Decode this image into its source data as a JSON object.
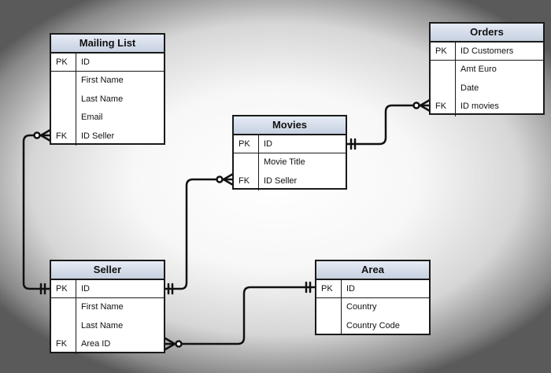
{
  "entities": {
    "mailing_list": {
      "title": "Mailing List",
      "rows": [
        {
          "key": "PK",
          "name": "ID"
        },
        {
          "key": "",
          "name": "First Name"
        },
        {
          "key": "",
          "name": "Last Name"
        },
        {
          "key": "",
          "name": "Email"
        },
        {
          "key": "FK",
          "name": "ID Seller"
        }
      ]
    },
    "orders": {
      "title": "Orders",
      "rows": [
        {
          "key": "PK",
          "name": "ID Customers"
        },
        {
          "key": "",
          "name": "Amt Euro"
        },
        {
          "key": "",
          "name": "Date"
        },
        {
          "key": "FK",
          "name": "ID movies"
        }
      ]
    },
    "movies": {
      "title": "Movies",
      "rows": [
        {
          "key": "PK",
          "name": "ID"
        },
        {
          "key": "",
          "name": "Movie  Title"
        },
        {
          "key": "FK",
          "name": "ID Seller"
        }
      ]
    },
    "seller": {
      "title": "Seller",
      "rows": [
        {
          "key": "PK",
          "name": "ID"
        },
        {
          "key": "",
          "name": "First Name"
        },
        {
          "key": "",
          "name": "Last Name"
        },
        {
          "key": "FK",
          "name": "Area ID"
        }
      ]
    },
    "area": {
      "title": "Area",
      "rows": [
        {
          "key": "PK",
          "name": "ID"
        },
        {
          "key": "",
          "name": "Country"
        },
        {
          "key": "",
          "name": "Country Code"
        }
      ]
    }
  },
  "relationships": [
    {
      "from": "Seller.ID",
      "to": "Mailing List.ID Seller",
      "from_end": "one-and-only-one",
      "to_end": "zero-or-many"
    },
    {
      "from": "Seller.ID",
      "to": "Movies.ID Seller",
      "from_end": "one-and-only-one",
      "to_end": "zero-or-many"
    },
    {
      "from": "Movies.ID",
      "to": "Orders.ID movies",
      "from_end": "one-and-only-one",
      "to_end": "zero-or-many"
    },
    {
      "from": "Area.ID",
      "to": "Seller.Area ID",
      "from_end": "one-and-only-one",
      "to_end": "zero-or-many"
    }
  ]
}
